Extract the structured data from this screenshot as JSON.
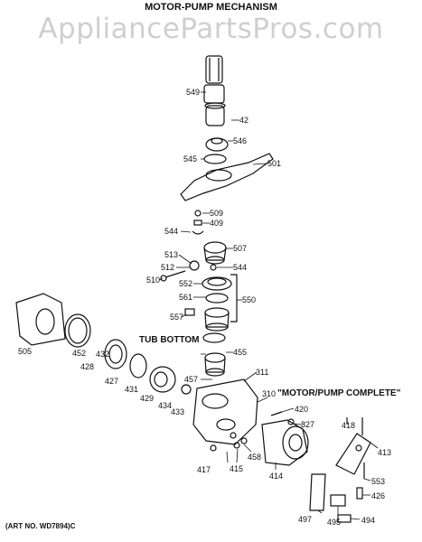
{
  "watermark": "AppliancePartsPros.com",
  "title": "MOTOR-PUMP MECHANISM",
  "labels": {
    "tub_bottom": "TUB BOTTOM",
    "motor_pump_complete": "\"MOTOR/PUMP COMPLETE\"",
    "art_no": "(ART NO. WD7894)C"
  },
  "parts": {
    "p549": "549",
    "p42": "42",
    "p546": "546",
    "p545": "545",
    "p501": "501",
    "p509": "509",
    "p409": "409",
    "p544a": "544",
    "p507": "507",
    "p513": "513",
    "p512": "512",
    "p544b": "544",
    "p510": "510",
    "p552": "552",
    "p561": "561",
    "p550": "550",
    "p557": "557",
    "p505": "505",
    "p452": "452",
    "p432": "432",
    "p428": "428",
    "p427": "427",
    "p431": "431",
    "p429": "429",
    "p434": "434",
    "p433": "433",
    "p457": "457",
    "p455": "455",
    "p311": "311",
    "p310": "310",
    "p420": "420",
    "p827": "827",
    "p418": "418",
    "p413": "413",
    "p417": "417",
    "p415": "415",
    "p458": "458",
    "p414": "414",
    "p553": "553",
    "p426": "426",
    "p497": "497",
    "p495": "495",
    "p494": "494"
  }
}
